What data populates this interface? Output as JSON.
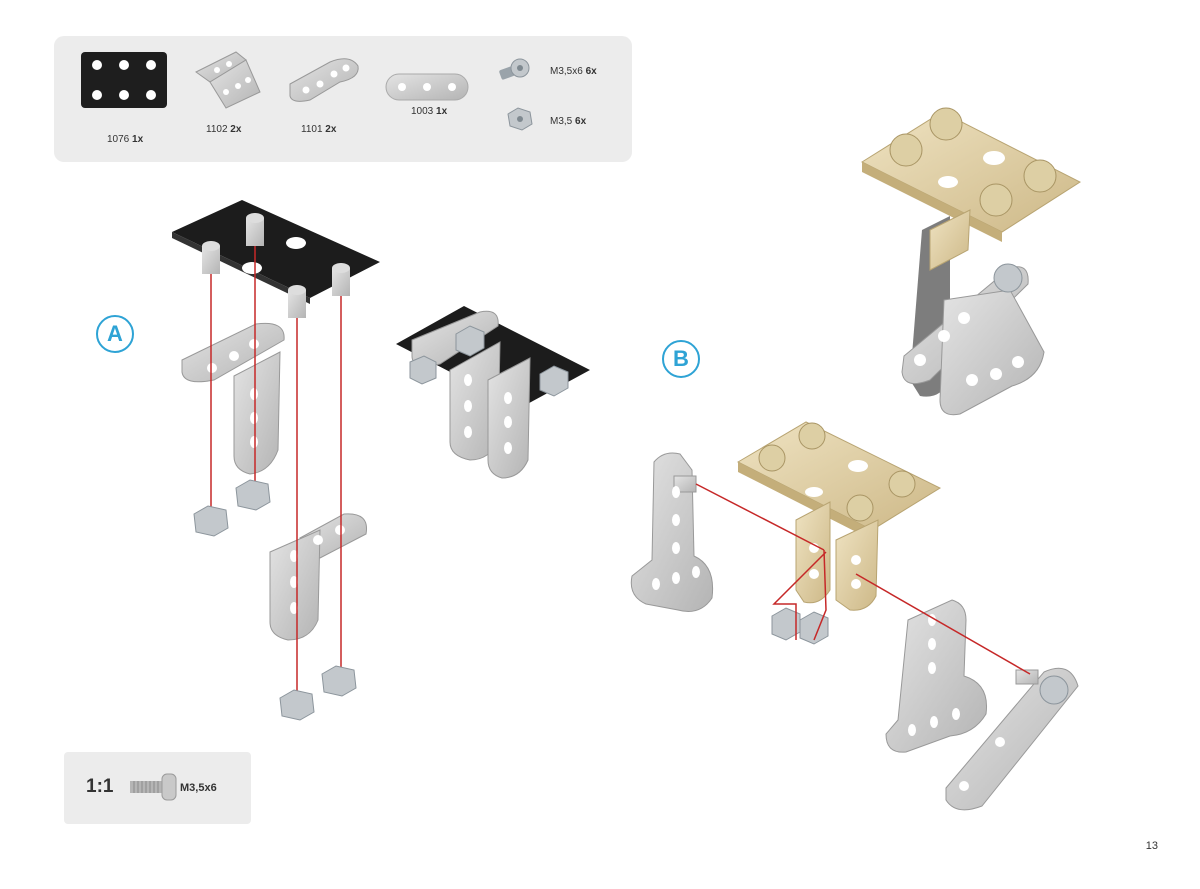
{
  "parts": [
    {
      "code": "1076",
      "qty": "1x"
    },
    {
      "code": "1102",
      "qty": "2x"
    },
    {
      "code": "1101",
      "qty": "2x"
    },
    {
      "code": "1003",
      "qty": "1x"
    },
    {
      "code": "M3,5x6",
      "qty": "6x"
    },
    {
      "code": "M3,5",
      "qty": "6x"
    }
  ],
  "steps": {
    "a": "A",
    "b": "B"
  },
  "scale": {
    "ratio": "1:1",
    "screw": "M3,5x6"
  },
  "page_number": "13",
  "colors": {
    "panel": "#ececec",
    "accent": "#2ea3d5",
    "wire": "#c62828",
    "black_plate": "#1e1e1e",
    "metal": "#c8c8c8",
    "tan_plate": "#e2d3ad"
  }
}
